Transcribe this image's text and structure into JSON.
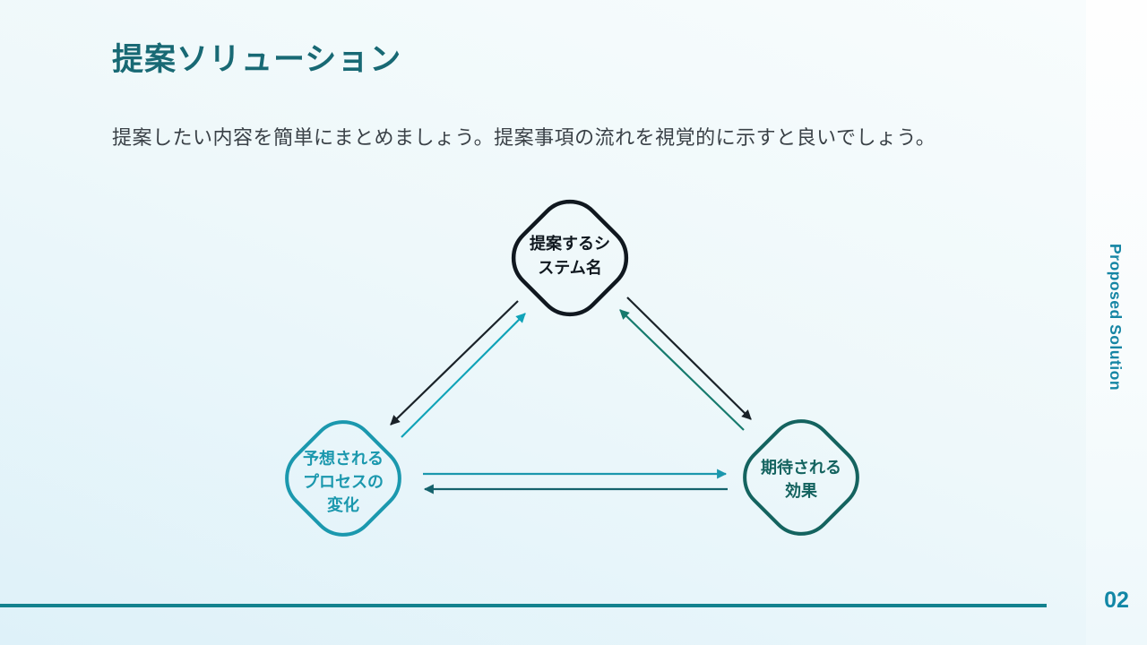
{
  "slide": {
    "title": "提案ソリューション",
    "description": "提案したい内容を簡単にまとめましょう。提案事項の流れを視覚的に示すと良いでしょう。",
    "side_label": "Proposed Solution",
    "page_number": "02"
  },
  "diagram": {
    "nodes": {
      "system": {
        "label": "提案するシステム名",
        "lines": [
          "提案するシ",
          "ステム名"
        ],
        "color": "#10181f"
      },
      "process": {
        "label": "予想されるプロセスの変化",
        "lines": [
          "予想される",
          "プロセスの",
          "変化"
        ],
        "color": "#1b98ae"
      },
      "effect": {
        "label": "期待される効果",
        "lines": [
          "期待される",
          "効果"
        ],
        "color": "#14635f"
      }
    },
    "arrows": {
      "system_to_process": {
        "color": "#1a2228"
      },
      "process_to_system": {
        "color": "#10a3b8"
      },
      "system_to_effect": {
        "color": "#1a2228"
      },
      "effect_to_system": {
        "color": "#167a6d"
      },
      "process_to_effect": {
        "color": "#1b97ad"
      },
      "effect_to_process": {
        "color": "#14626c"
      }
    }
  },
  "colors": {
    "title": "#186974",
    "body_text": "#3a4147",
    "divider": "#13828e",
    "side_label": "#1585a4",
    "page_number": "#1287a6",
    "background_top": "#f8fcfd",
    "background_bottom": "#def1f9",
    "side_strip": "#fefefe"
  }
}
